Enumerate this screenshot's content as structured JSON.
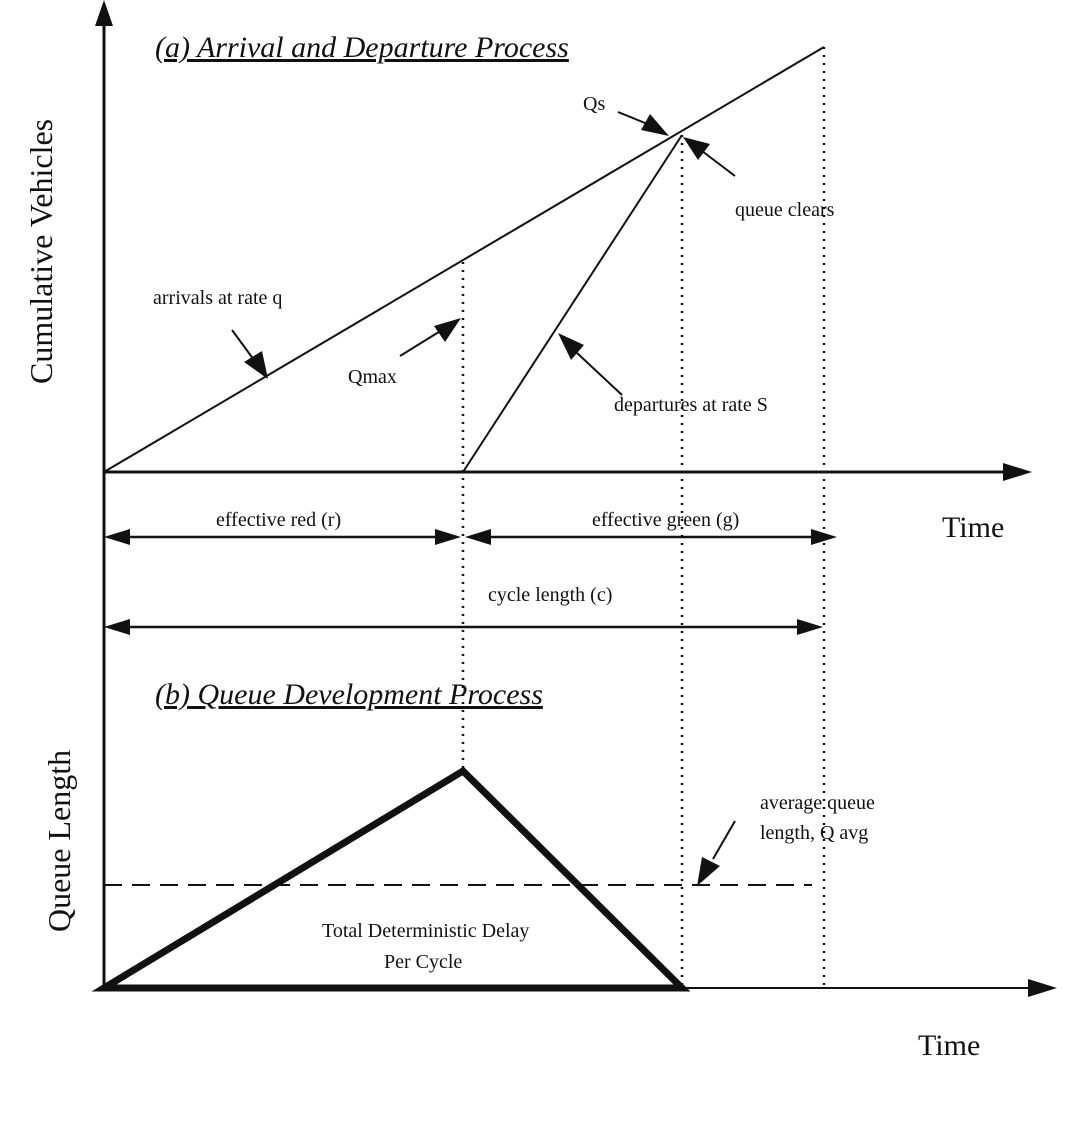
{
  "panel_a": {
    "title": "(a) Arrival and Departure Process",
    "y_axis_label": "Cumulative Vehicles",
    "x_axis_label": "Time",
    "annotations": {
      "qs": "Qs",
      "queue_clears": "queue clears",
      "arrivals": "arrivals at rate q",
      "qmax": "Qmax",
      "departures": "departures at rate S"
    },
    "intervals": {
      "red": "effective red  (r)",
      "green": "effective green  (g)",
      "cycle": "cycle  length  (c)"
    }
  },
  "panel_b": {
    "title": "(b) Queue Development Process",
    "y_axis_label": "Queue Length",
    "x_axis_label": "Time",
    "annotations": {
      "avg_line1": "average queue",
      "avg_line2": "length,  Q avg",
      "delay_line1": "Total Deterministic Delay",
      "delay_line2": "Per Cycle"
    }
  },
  "colors": {
    "ink": "#111111",
    "background": "#ffffff"
  }
}
